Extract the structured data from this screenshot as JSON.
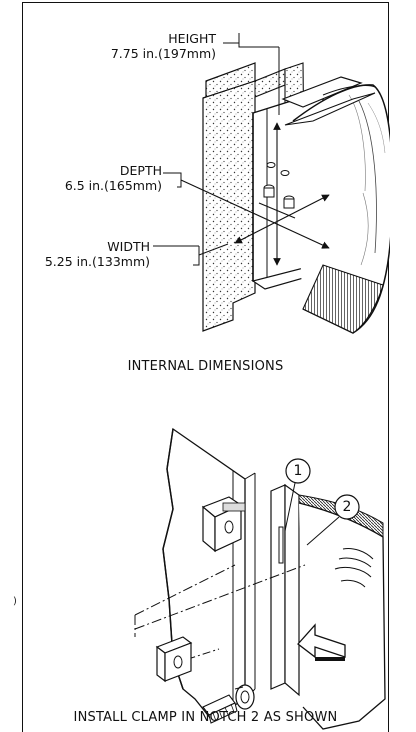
{
  "top_panel": {
    "height_title": "HEIGHT",
    "height_value": "7.75 in.(197mm)",
    "depth_title": "DEPTH",
    "depth_value": "6.5 in.(165mm)",
    "width_title": "WIDTH",
    "width_value": "5.25 in.(133mm)",
    "caption": "INTERNAL DIMENSIONS"
  },
  "bottom_panel": {
    "callout_1": "1",
    "callout_2": "2",
    "caption": "INSTALL CLAMP IN NOTCH 2 AS SHOWN"
  },
  "edge_mark": ")"
}
